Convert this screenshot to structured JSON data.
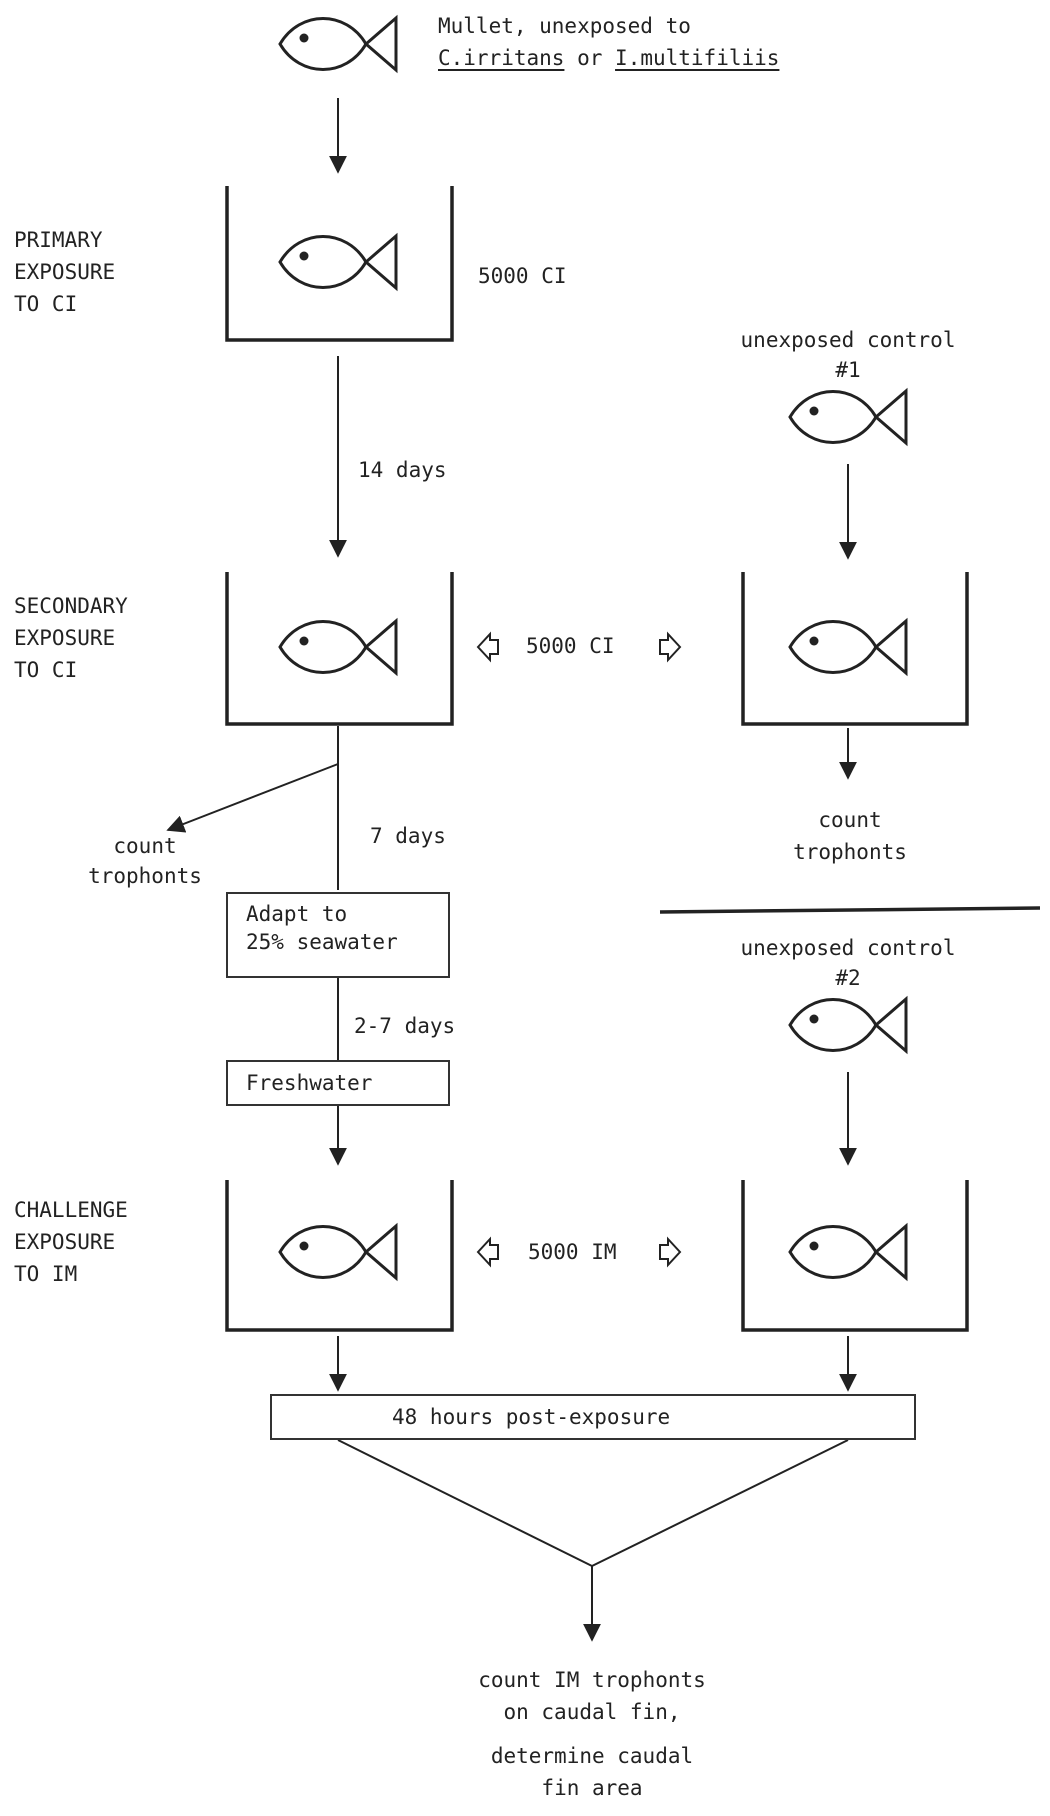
{
  "intro": {
    "line1": "Mullet, unexposed to",
    "species_ci": "C.irritans",
    "connector": "or",
    "species_im": "I.multifiliis"
  },
  "stages": {
    "primary": {
      "label_lines": [
        "PRIMARY",
        "EXPOSURE",
        "TO CI"
      ],
      "dose": "5000 CI"
    },
    "secondary": {
      "label_lines": [
        "SECONDARY",
        "EXPOSURE",
        "TO CI"
      ],
      "dose": "5000 CI"
    },
    "challenge": {
      "label_lines": [
        "CHALLENGE",
        "EXPOSURE",
        "TO IM"
      ],
      "dose": "5000 IM"
    }
  },
  "intervals": {
    "after_primary": "14 days",
    "after_secondary": "7 days",
    "after_adapt": "2-7 days"
  },
  "boxes": {
    "adapt_lines": [
      "Adapt  to",
      "25% seawater"
    ],
    "freshwater": "Freshwater",
    "post_exposure": "48 hours post-exposure"
  },
  "controls": {
    "control1": {
      "line1": "unexposed control",
      "line2": "#1"
    },
    "control2": {
      "line1": "unexposed control",
      "line2": "#2"
    }
  },
  "counts": {
    "left_trophonts": [
      "count",
      "trophonts"
    ],
    "right_trophonts": [
      "count",
      "trophonts"
    ]
  },
  "final": {
    "line1": "count IM trophonts",
    "line2": "on caudal fin,",
    "line3": "determine caudal",
    "line4": "fin area"
  },
  "colors": {
    "ink": "#222222",
    "background": "#ffffff"
  }
}
